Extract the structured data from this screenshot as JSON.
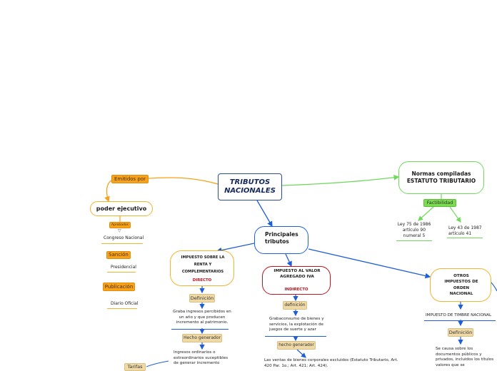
{
  "central": {
    "title": "TRIBUTOS NACIONALES"
  },
  "emitidos": {
    "label": "Emitidos por"
  },
  "poder": {
    "label": "poder ejecutivo"
  },
  "aprobados": {
    "label": "Aprobados"
  },
  "congreso": {
    "label": "Congreso Nacional"
  },
  "sancion": {
    "label": "Sanción"
  },
  "presidencial": {
    "label": "Presidencial"
  },
  "publicacion": {
    "label": "Publicación"
  },
  "diario": {
    "label": "Diario Oficial"
  },
  "tarifas": {
    "label": "Tarifas"
  },
  "normas": {
    "title": "Normas compiladas ESTATUTO TRIBUTARIO"
  },
  "factibilidad": {
    "label": "Factibilidad"
  },
  "ley75": {
    "text": "Ley 75 de 1986 artículo 90 numeral 5"
  },
  "ley43": {
    "text": "Ley 43 de 1987 artículo 41"
  },
  "principales": {
    "title": "Principales tributos"
  },
  "renta": {
    "title": "IMPUESTO SOBRE LA RENTA Y COMPLEMENTARIOS",
    "sub": "DIRECTO",
    "definicion_label": "Definición",
    "definicion_text": "Graba ingresos percibidos en un año y que producen incremento al patrimonio.",
    "hecho_label": "Hecho generador",
    "hecho_text": "Ingresos ordinarios o extraordinarios suceptibles de generar incremento"
  },
  "iva": {
    "title": "IMPUESTO AL VALOR AGREGADO IVA",
    "sub": "INDIRECTO",
    "definicion_label": "definición",
    "definicion_text": "Grabaconsumo de bienes y servicios, la explotación de juegos de suerte y azar",
    "hecho_label": "hecho generador",
    "hecho_text": "Las ventas de bienes corporales excluidos (Estatuto Tributario, Art. 420 Par. 1o.; Art. 421; Art. 424)."
  },
  "otros": {
    "title": "OTROS IMPUESTOS DE ORDEN NACIONAL",
    "timbre": "IMPUESTO DE TIMBRE NACIONAL",
    "definicion_label": "Definición",
    "definicion_text": "Se causa sobre los documentos públicos y privados, incluidos los títulos valores que se"
  },
  "colors": {
    "orange": "#f7a21b",
    "beige": "#eed9a7",
    "green": "#7ed957",
    "blue": "#1f5fd6",
    "dark_blue": "#2a4f8f",
    "red": "#c0141e",
    "renta_border": "#f3b332",
    "iva_border": "#c0141e",
    "normas_border": "#6fd95c"
  }
}
